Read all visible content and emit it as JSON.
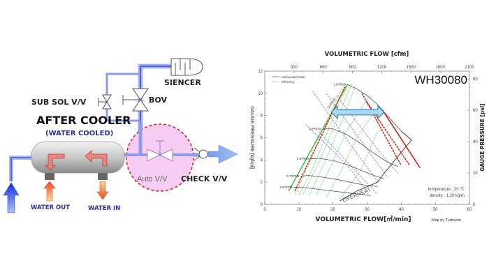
{
  "diagram": {
    "silencer_label": "SIENCER",
    "sub_sol_label": "SUB SOL V/V",
    "bov_label": "BOV",
    "after_cooler_title": "AFTER COOLER",
    "after_cooler_subtitle": "(WATER COOLED)",
    "auto_valve_label": "Auto V/V",
    "check_valve_label": "CHECK V/V",
    "water_out_label": "WATER OUT",
    "water_in_label": "WATER IN",
    "colors": {
      "pipe": "#7f8df0",
      "pipe_dark": "#4a5ae8",
      "highlight_fill": "#f7cdf3",
      "highlight_stroke": "#e02020",
      "label_blue": "#2b2fa0",
      "water_arrow": "#e05a20"
    }
  },
  "chart_data": {
    "type": "line",
    "title": "WH30080",
    "xlabel": "VOLUMETRIC FLOW[㎥/min]",
    "x2label": "VOLUMETRIC FLOW [cfm]",
    "ylabel": "GAUGE PRESSURE [kgf/㎠]",
    "y2label": "GAUGE PRESSURE [psi]",
    "credit": "Map by Turbowin",
    "xlim": [
      0,
      60
    ],
    "ylim": [
      0,
      12
    ],
    "x2lim": [
      0,
      2100
    ],
    "y2lim": [
      0,
      85
    ],
    "xticks": [
      "0",
      "10",
      "20",
      "30",
      "40",
      "50",
      "60"
    ],
    "yticks": [
      "0",
      "2",
      "4",
      "6",
      "8",
      "10",
      "12"
    ],
    "x2ticks": [
      {
        "value": 300,
        "label": "300"
      },
      {
        "value": 600,
        "label": "600"
      },
      {
        "value": 900,
        "label": "900"
      },
      {
        "value": 1200,
        "label": "1200"
      },
      {
        "value": 1500,
        "label": "1500"
      },
      {
        "value": 1800,
        "label": "1800"
      },
      {
        "value": 2100,
        "label": "2100"
      }
    ],
    "y2ticks": [
      {
        "value": 0,
        "label": "0"
      },
      {
        "value": 20,
        "label": "20"
      },
      {
        "value": 40,
        "label": "40"
      },
      {
        "value": 60,
        "label": "60"
      },
      {
        "value": 80,
        "label": "80"
      }
    ],
    "legend": {
      "placement": "top-left",
      "entries": [
        {
          "label": "total power(ratio)",
          "color": "#6060d0"
        },
        {
          "label": "efficiency",
          "color": "#50d050"
        }
      ]
    },
    "conditions": [
      "temperature :  20 ℃",
      "density :  1.20 kg/m"
    ],
    "surge_label": "SURGE",
    "overheat_label": "OVERHEAT",
    "speed_lines": [
      {
        "label": "1.0*RPM",
        "points": [
          [
            24.2,
            10.8
          ],
          [
            27,
            10.4
          ],
          [
            30,
            9.8
          ],
          [
            33,
            9.0
          ],
          [
            36.5,
            7.8
          ],
          [
            40,
            6.6
          ],
          [
            43,
            5.8
          ]
        ]
      },
      {
        "label": "0.9*RPM",
        "points": [
          [
            17,
            6.8
          ],
          [
            20,
            6.8
          ],
          [
            24,
            6.3
          ],
          [
            28,
            5.5
          ],
          [
            32,
            4.6
          ],
          [
            36,
            3.8
          ],
          [
            39,
            3.4
          ]
        ]
      },
      {
        "label": "0.8*RPM",
        "points": [
          [
            13.5,
            4.1
          ],
          [
            16,
            4.15
          ],
          [
            20,
            3.95
          ],
          [
            24,
            3.6
          ],
          [
            28,
            3.1
          ],
          [
            32,
            2.6
          ],
          [
            35,
            2.3
          ]
        ]
      },
      {
        "label": "0.7*RPM",
        "points": [
          [
            10.5,
            2.55
          ],
          [
            13,
            2.6
          ],
          [
            17,
            2.45
          ],
          [
            21,
            2.25
          ],
          [
            25,
            2.0
          ],
          [
            29,
            1.75
          ],
          [
            33,
            1.6
          ]
        ]
      },
      {
        "label": "0.6*RPM",
        "points": [
          [
            8.5,
            1.55
          ],
          [
            12,
            1.5
          ],
          [
            16,
            1.35
          ],
          [
            20,
            1.2
          ],
          [
            24,
            1.05
          ],
          [
            28,
            0.9
          ],
          [
            31,
            0.8
          ]
        ]
      }
    ],
    "surge_line": [
      [
        7,
        1.2
      ],
      [
        24.2,
        10.8
      ]
    ],
    "choke_line": [
      [
        22,
        0.3
      ],
      [
        27,
        1.2
      ],
      [
        33,
        2.0
      ],
      [
        35,
        2.8
      ],
      [
        43,
        5.8
      ],
      [
        43,
        5.8
      ],
      [
        40,
        6.6
      ]
    ],
    "power_lines": [
      [
        [
          14,
          10.2
        ],
        [
          26,
          5.0
        ],
        [
          33,
          2.1
        ]
      ],
      [
        [
          18,
          10.0
        ],
        [
          30,
          5.0
        ],
        [
          36,
          2.4
        ]
      ],
      [
        [
          21,
          9.8
        ],
        [
          33,
          5.0
        ],
        [
          39,
          2.8
        ]
      ],
      [
        [
          12,
          7.2
        ],
        [
          24,
          3.6
        ],
        [
          30,
          1.2
        ]
      ],
      [
        [
          16,
          6.5
        ],
        [
          28,
          2.6
        ],
        [
          33,
          0.9
        ]
      ]
    ],
    "efficiency_lines": [
      [
        [
          9,
          0.9
        ],
        [
          12,
          3.0
        ],
        [
          17,
          6.5
        ],
        [
          23,
          10.8
        ]
      ],
      [
        [
          10,
          0.8
        ],
        [
          14,
          3.2
        ],
        [
          19,
          7.0
        ],
        [
          24.5,
          10.9
        ]
      ],
      [
        [
          11,
          0.8
        ],
        [
          15.5,
          3.5
        ],
        [
          20.5,
          7.2
        ],
        [
          25.5,
          10.9
        ]
      ],
      [
        [
          13,
          0.8
        ],
        [
          17,
          3.4
        ],
        [
          22,
          7.0
        ],
        [
          26.5,
          10.6
        ]
      ],
      [
        [
          15,
          0.8
        ],
        [
          19,
          3.2
        ],
        [
          24,
          6.6
        ],
        [
          29,
          9.0
        ],
        [
          31,
          9.8
        ]
      ],
      [
        [
          18,
          0.6
        ],
        [
          22,
          2.8
        ],
        [
          27,
          6.0
        ],
        [
          31,
          7.8
        ],
        [
          34,
          8.5
        ]
      ],
      [
        [
          22,
          0.5
        ],
        [
          28,
          3.0
        ],
        [
          33,
          6.5
        ],
        [
          37,
          7.3
        ]
      ]
    ],
    "red_dashed_lines": [
      [
        [
          8.8,
          1.2
        ],
        [
          23.5,
          10.6
        ]
      ],
      [
        [
          28.5,
          10.0
        ],
        [
          40,
          3.5
        ]
      ],
      [
        [
          30,
          9.2
        ],
        [
          42.5,
          3.5
        ]
      ]
    ],
    "red_solid_line": [
      [
        34.5,
        8.5
      ],
      [
        45.5,
        3.3
      ]
    ],
    "operating_range_arrow": {
      "from": [
        19.5,
        8.3
      ],
      "to": [
        35,
        8.3
      ],
      "fill": "#a8d8f0",
      "stroke": "#2a7ab0"
    }
  }
}
